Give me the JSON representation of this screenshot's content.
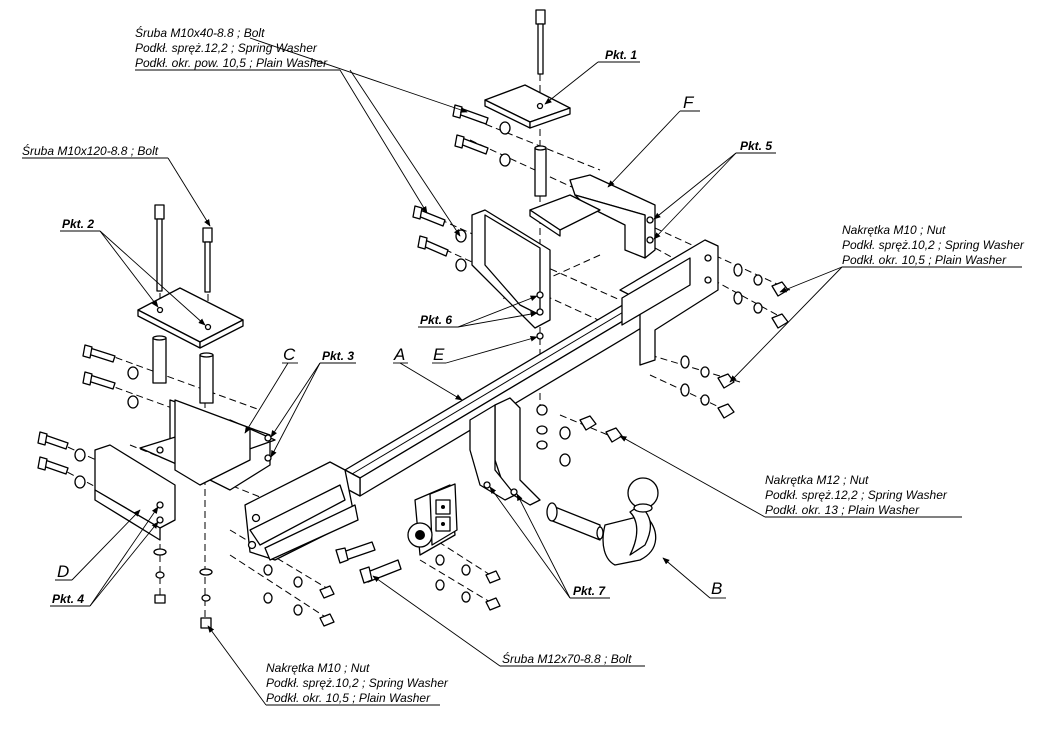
{
  "notes": {
    "top_left_1": "Śruba M10x40-8.8 ;  Bolt",
    "top_left_2": "Podkł. spręż.12,2 ; Spring Washer",
    "top_left_3": "Podkł. okr. pow. 10,5 ; Plain Washer",
    "left": "Śruba M10x120-8.8 ;  Bolt",
    "right_1": "Nakrętka  M10 ; Nut",
    "right_2": "Podkł. spręż.10,2 ; Spring Washer",
    "right_3": "Podkł. okr. 10,5 ; Plain Washer",
    "mid_right_1": "Nakrętka  M12 ; Nut",
    "mid_right_2": "Podkł. spręż.12,2 ; Spring Washer",
    "mid_right_3": "Podkł. okr. 13 ; Plain Washer",
    "bottom_mid": "Śruba M12x70-8.8 ;  Bolt",
    "bottom_left_1": "Nakrętka  M10 ; Nut",
    "bottom_left_2": "Podkł. spręż.10,2 ; Spring Washer",
    "bottom_left_3": "Podkł. okr. 10,5 ; Plain Washer"
  },
  "points": {
    "pkt1": "Pkt. 1",
    "pkt2": "Pkt. 2",
    "pkt3": "Pkt. 3",
    "pkt4": "Pkt. 4",
    "pkt5": "Pkt. 5",
    "pkt6": "Pkt. 6",
    "pkt7": "Pkt. 7"
  },
  "parts": {
    "A": "A",
    "B": "B",
    "C": "C",
    "D": "D",
    "E": "E",
    "F": "F"
  }
}
